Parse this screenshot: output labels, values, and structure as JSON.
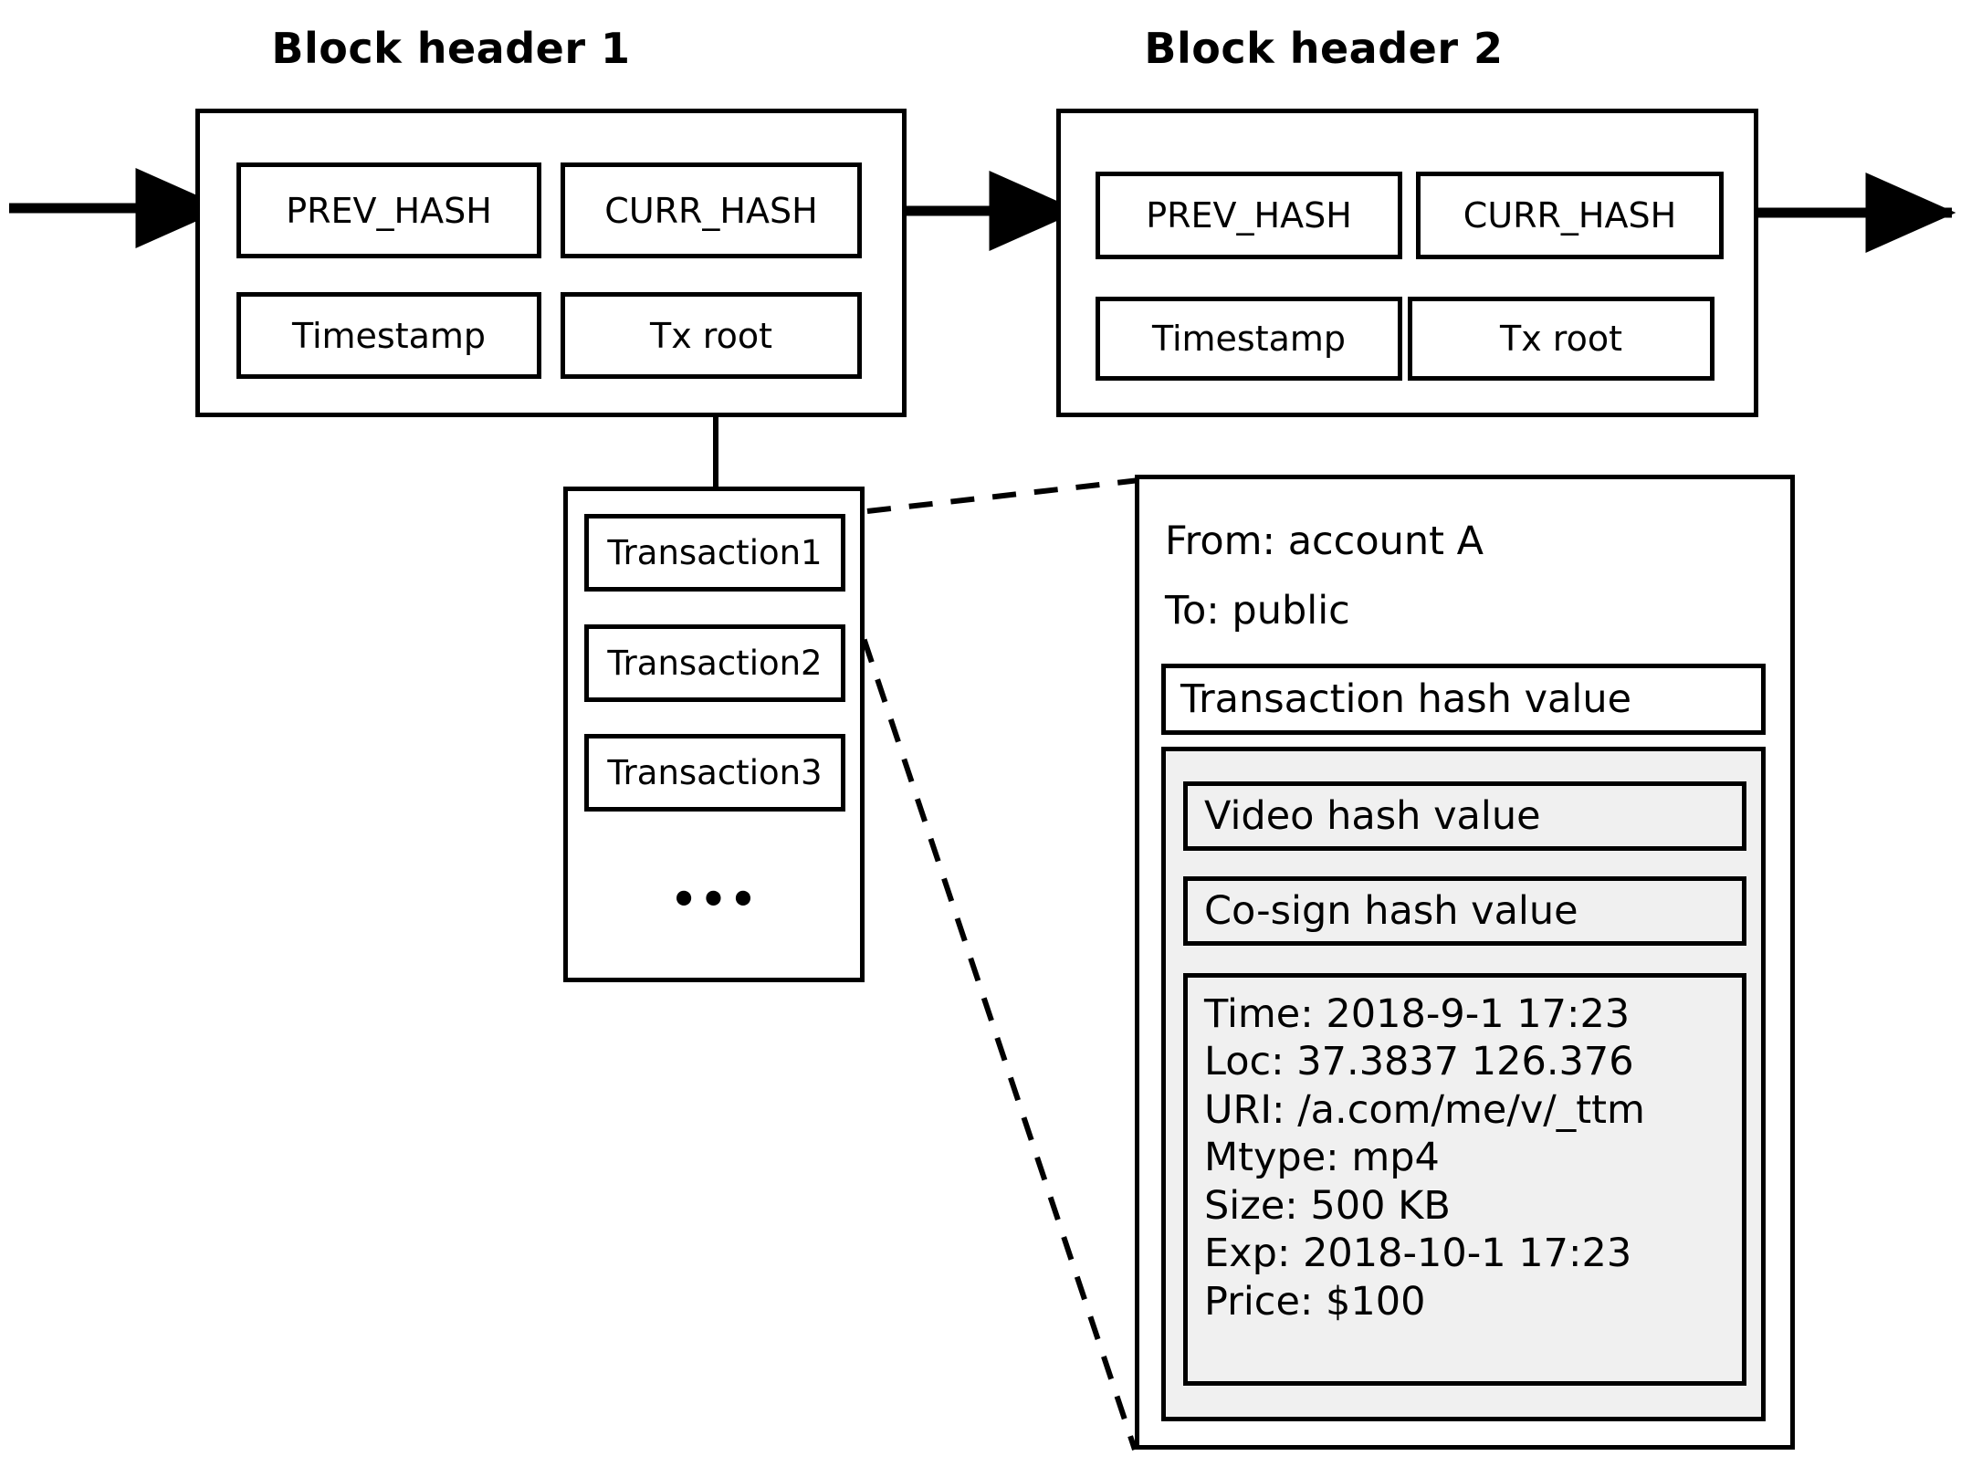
{
  "diagram": {
    "title_block1": "Block header 1",
    "title_block2": "Block header 2"
  },
  "block1": {
    "title": "Block header 1",
    "fields": [
      {
        "label": "PREV_HASH"
      },
      {
        "label": "CURR_HASH"
      },
      {
        "label": "Timestamp"
      },
      {
        "label": "Tx root"
      }
    ]
  },
  "block2": {
    "title": "Block header 2",
    "fields": [
      {
        "label": "PREV_HASH"
      },
      {
        "label": "CURR_HASH"
      },
      {
        "label": "Timestamp"
      },
      {
        "label": "Tx root"
      }
    ]
  },
  "tx_list": {
    "items": [
      {
        "label": "Transaction1"
      },
      {
        "label": "Transaction2"
      },
      {
        "label": "Transaction3"
      }
    ],
    "ellipsis": "•••"
  },
  "tx_detail": {
    "from": "From: account A",
    "to": "To: public",
    "tx_hash_label": "Transaction hash value",
    "video_hash_label": "Video hash value",
    "cosign_hash_label": "Co-sign hash value",
    "meta": [
      "Time: 2018-9-1 17:23",
      "Loc: 37.3837 126.376",
      "URI: /a.com/me/v/_ttm",
      "Mtype: mp4",
      "Size: 500 KB",
      "Exp: 2018-10-1 17:23",
      "Price: $100"
    ]
  },
  "colors": {
    "stroke": "#000000",
    "background": "#ffffff",
    "meta_fill": "#f0f0f0"
  }
}
